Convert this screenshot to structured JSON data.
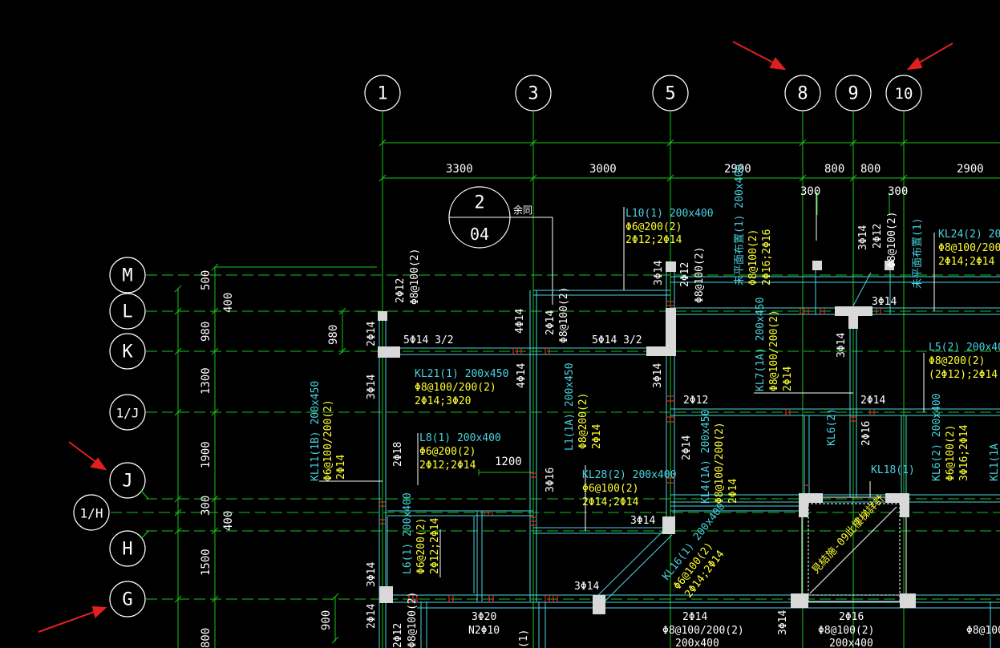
{
  "colors": {
    "background": "#000000",
    "grid": "#19c419",
    "beam": "#49d3e0",
    "column": "#d8d8d8",
    "text_white": "#ffffff",
    "text_cyan": "#49d3e0",
    "text_yellow": "#ffff33",
    "rebar_red": "#e02020",
    "arrow": "#e02020"
  },
  "axes": {
    "vertical": [
      "1",
      "3",
      "5",
      "8",
      "9",
      "10"
    ],
    "horizontal": [
      "M",
      "L",
      "K",
      "1/J",
      "J",
      "1/H",
      "H",
      "G"
    ]
  },
  "dims": {
    "top": [
      "3300",
      "3000",
      "2900",
      "800",
      "800",
      "2900"
    ],
    "top_small": [
      "300",
      "300"
    ],
    "left_outer": [
      "500",
      "980",
      "1300",
      "1900",
      "300",
      "1500",
      "800"
    ],
    "left_inner": [
      "400",
      "400"
    ],
    "left_k": "980",
    "left_bottom": "900",
    "mid_1200": "1200"
  },
  "detail": {
    "top": "2",
    "bottom": "04",
    "note": "余同"
  },
  "beams": {
    "l10": [
      "L10(1) 200x400",
      "Φ6@200(2)",
      "2Φ12;2Φ14"
    ],
    "kl21": [
      "KL21(1) 200x450",
      "Φ8@100/200(2)",
      "2Φ14;3Φ20"
    ],
    "l8": [
      "L8(1) 200x400",
      "Φ6@200(2)",
      "2Φ12;2Φ14"
    ],
    "l1": [
      "L1(1A) 200x450",
      "Φ8@200(2)",
      "2Φ14"
    ],
    "kl28": [
      "KL28(2) 200x400",
      "Φ6@100(2)",
      "2Φ14;2Φ14"
    ],
    "kl11": [
      "KL11(1B) 200x450",
      "Φ6@100/200(2)",
      "2Φ14"
    ],
    "l6": [
      "L6(1) 200x400",
      "Φ6@200(2)",
      "2Φ12;2Φ14"
    ],
    "kl24": [
      "KL24(2) 200x",
      "Φ8@100/200(2",
      "2Φ14;2Φ14"
    ],
    "l5": [
      "L5(2) 200x400",
      "Φ8@200(2)",
      "(2Φ12);2Φ14"
    ],
    "kl7": [
      "KL7(1A) 200x450",
      "Φ8@100/200(2)",
      "2Φ14"
    ],
    "kl4": [
      "KL4(1A) 200x450",
      "Φ8@100/200(2)",
      "2Φ14"
    ],
    "kl16": [
      "KL16(1) 200x400",
      "Φ6@100(2)",
      "2Φ14;2Φ14"
    ],
    "kl6": [
      "KL6(2) 200x400",
      "Φ6@100(2)",
      "3Φ16;2Φ14"
    ],
    "l_top": [
      "未平面布置(1) 200x400",
      "Φ8@100(2)",
      "2Φ16;2Φ16"
    ],
    "kl1a": "KL1(1A"
  },
  "notes": {
    "n_2phi12_a": "2Φ12",
    "n_phi8_100": "Φ8@100(2)",
    "n_4phi14": "4Φ14",
    "n_2phi14_top": "2Φ14",
    "n_phi8_100b": "Φ8@100(2)",
    "n_5phi14_a": "5Φ14 3/2",
    "n_5phi14_b": "5Φ14 3/2",
    "n_3phi14_a": "3Φ14",
    "n_2phi12_b": "2Φ12",
    "n_phi8_100c": "Φ8@100(2)",
    "n_3phi14_b": "3Φ14",
    "n_2phi12_c": "2Φ12",
    "n_phi8_100d": "Φ8@100(2)",
    "n_nofloor": "未平面布置(1)",
    "n_3phi14_c": "3Φ14",
    "n_2phi14_left": "2Φ14",
    "n_3phi14_left": "3Φ14",
    "n_4phi14_b": "4Φ14",
    "n_3phi14_d": "3Φ14",
    "n_2phi12_d": "2Φ12",
    "n_3phi14_e": "3Φ14",
    "n_2phi14_e": "2Φ14",
    "n_2phi16": "2Φ16",
    "n_kl6": "KL6(2)",
    "n_kl18": "KL18(1)",
    "n_2phi18": "2Φ18",
    "n_3phi16": "3Φ16",
    "n_2phi14_f": "2Φ14",
    "n_3phi14_f": "3Φ14",
    "n_3phi14_g": "3Φ14",
    "n_3phi14_h": "3Φ14",
    "n_stair": "見結施-09此樓梯詳計",
    "n_2phi14_g": "2Φ14",
    "n_2phi12_e": "2Φ12",
    "n_phi8_100e": "Φ8@100(2)",
    "n_3phi20": "3Φ20",
    "n_n2phi10": "N2Φ10",
    "n_2phi14_h": "2Φ14",
    "n_phi8_100_200": "Φ8@100/200(2)",
    "n_200x400": "200x400",
    "n_3phi14_i": "3Φ14",
    "n_2phi16_b": "2Φ16",
    "n_phi8_100f": "Φ8@100(2)",
    "n_200x400b": "200x400",
    "n_phi8_100g": "Φ8@100"
  }
}
